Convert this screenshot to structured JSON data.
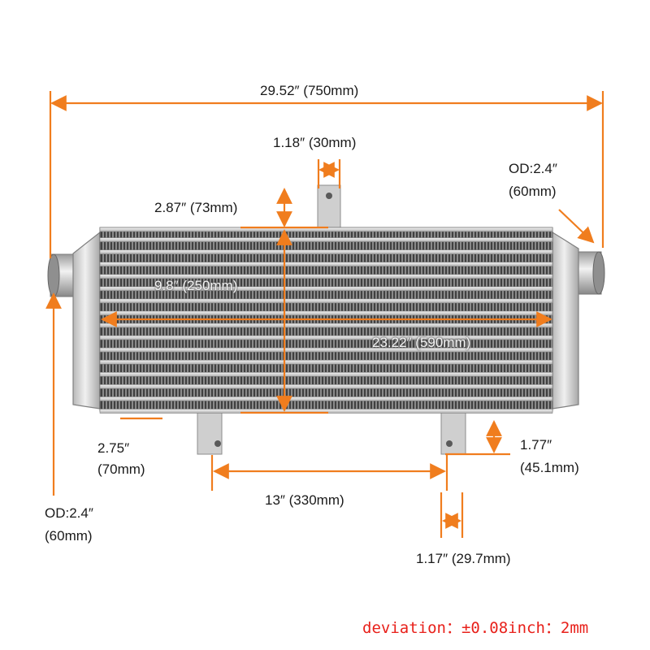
{
  "colors": {
    "dimension_line": "#f07d1e",
    "deviation_text": "#e8201a",
    "core_metal": "#9a9a9a",
    "tank_metal": "#d6d6d6"
  },
  "dimensions": {
    "overall_length": "29.52″ (750mm)",
    "bracket_width": "1.18″ (30mm)",
    "outlet_od_line1": "OD:2.4″",
    "outlet_od_line2": "(60mm)",
    "bracket_height": "2.87″ (73mm)",
    "core_height": "9.8″ (250mm)",
    "core_length": "23.22″ (590mm)",
    "core_thickness_line1": "2.75″",
    "core_thickness_line2": "(70mm)",
    "foot_height_line1": "1.77″",
    "foot_height_line2": "(45.1mm)",
    "foot_spacing": "13″ (330mm)",
    "inlet_od_line1": "OD:2.4″",
    "inlet_od_line2": "(60mm)",
    "foot_width": "1.17″ (29.7mm)"
  },
  "note": {
    "deviation": "deviation：±0.08inch：2mm"
  }
}
